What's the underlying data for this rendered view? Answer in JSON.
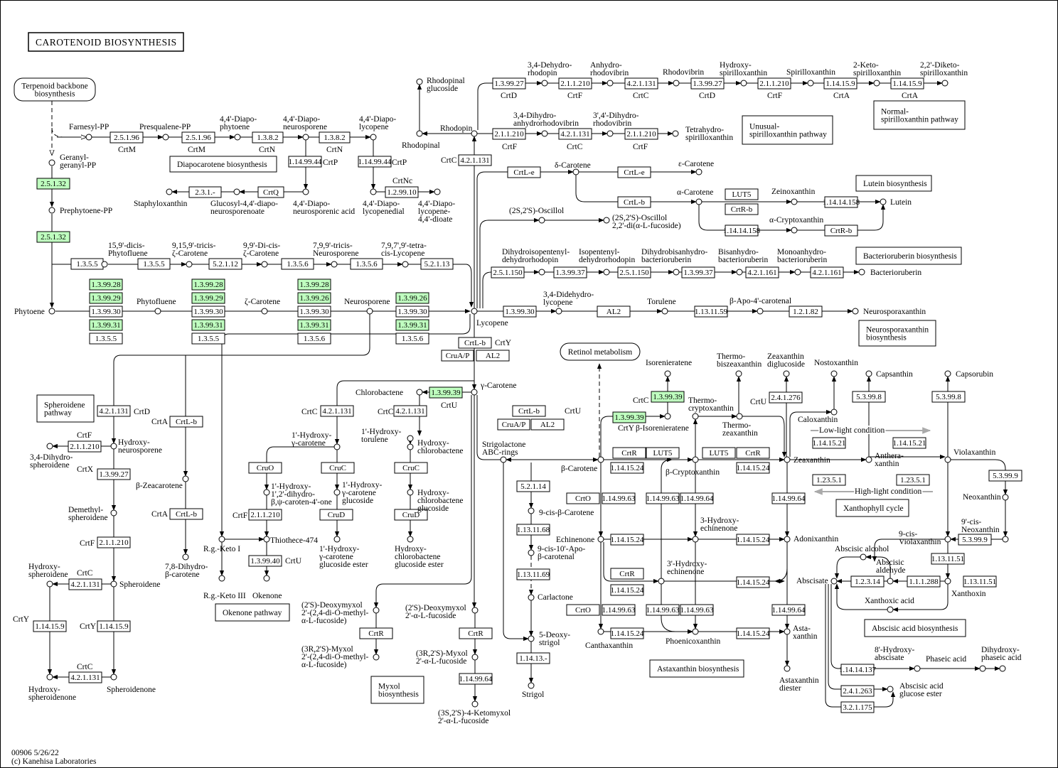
{
  "title": "CAROTENOID BIOSYNTHESIS",
  "footer": {
    "id_date": "00906 5/26/22",
    "copyright": "(c) Kanehisa Laboratories"
  },
  "maps": {
    "terpenoid": [
      "Terpenoid backbone",
      "biosynthesis"
    ],
    "retinol": "Retinol metabolism",
    "diapocarotene": "Diapocarotene biosynthesis",
    "unusual": [
      "Unusual-",
      "spirilloxanthin pathway"
    ],
    "normal": [
      "Normal-",
      "spirilloxanthin pathway"
    ],
    "lutein": "Lutein biosynthesis",
    "bacterioruberin": "Bacterioruberin biosynthesis",
    "neurosporaxanthin": [
      "Neurosporaxanthin",
      "biosynthesis"
    ],
    "spheroidene": [
      "Spheroidene",
      "pathway"
    ],
    "okenone": "Okenone pathway",
    "myxol": [
      "Myxol",
      "biosynthesis"
    ],
    "xanthophyll": "Xanthophyll cycle",
    "abscisic": "Abscisic acid biosynthesis",
    "astaxanthin": "Astaxanthin biosynthesis"
  },
  "compounds": [
    {
      "label": "Farnesyl-PP"
    },
    {
      "label": "Presqualene-PP"
    },
    {
      "label": [
        "4,4'-Diapo-",
        "phytoene"
      ]
    },
    {
      "label": [
        "4,4'-Diapo-",
        "neurosporene"
      ]
    },
    {
      "label": [
        "4,4'-Diapo-",
        "lycopene"
      ]
    },
    {
      "label": [
        "Geranyl-",
        "geranyl-PP"
      ]
    },
    {
      "label": "Prephytoene-PP"
    },
    {
      "label": "Staphyloxanthin"
    },
    {
      "label": [
        "Glucosyl-4,4'-diapo-",
        "neurosporenoate"
      ]
    },
    {
      "label": [
        "4,4'-Diapo-",
        "neurosporenic acid"
      ]
    },
    {
      "label": [
        "4,4'-Diapo-",
        "lycopenedial"
      ]
    },
    {
      "label": [
        "4,4'-Diapo-",
        "lycopene-",
        "4,4'-dioate"
      ]
    },
    {
      "label": [
        "15,9'-dicis-",
        "Phytofluene"
      ]
    },
    {
      "label": [
        "9,15,9'-tricis-",
        "ζ-Carotene"
      ]
    },
    {
      "label": [
        "9,9'-Di-cis-",
        "ζ-Carotene"
      ]
    },
    {
      "label": [
        "7,9,9'-tricis-",
        "Neurosporene"
      ]
    },
    {
      "label": [
        "7,9,7',9'-tetra-",
        "cis-Lycopene"
      ]
    },
    {
      "label": "Phytoene"
    },
    {
      "label": "Phytofluene"
    },
    {
      "label": "ζ-Carotene"
    },
    {
      "label": "Neurosporene"
    },
    {
      "label": "Lycopene"
    },
    {
      "label": [
        "Rhodopinal",
        "glucoside"
      ]
    },
    {
      "label": "Rhodopin"
    },
    {
      "label": "Rhodopinal"
    },
    {
      "label": [
        "3,4-Dehydro-",
        "rhodopin"
      ]
    },
    {
      "label": [
        "Anhydro-",
        "rhodovibrin"
      ]
    },
    {
      "label": "Rhodovibrin"
    },
    {
      "label": [
        "Hydroxy-",
        "spirilloxanthin"
      ]
    },
    {
      "label": "Spirilloxanthin"
    },
    {
      "label": [
        "2-Keto-",
        "spirilloxanthin"
      ]
    },
    {
      "label": [
        "2,2'-Diketo-",
        "spirilloxanthin"
      ]
    },
    {
      "label": [
        "3,4-Dihydro-",
        "anhydrorhodovibrin"
      ]
    },
    {
      "label": [
        "3',4'-Dihydro-",
        "rhodovibrin"
      ]
    },
    {
      "label": [
        "Tetrahydro-",
        "spirilloxanthin"
      ]
    },
    {
      "label": "δ-Carotene"
    },
    {
      "label": "ε-Carotene"
    },
    {
      "label": "α-Carotene"
    },
    {
      "label": "Zeinoxanthin"
    },
    {
      "label": "Lutein"
    },
    {
      "label": "α-Cryptoxanthin"
    },
    {
      "label": "(2S,2'S)-Oscillol"
    },
    {
      "label": [
        "(2S,2'S)-Oscillol",
        "2,2'-di(α-L-fucoside)"
      ]
    },
    {
      "label": [
        "Dihydroisopentenyl-",
        "dehydrorhodopin"
      ]
    },
    {
      "label": [
        "Isopentenyl-",
        "dehydrorhodopin"
      ]
    },
    {
      "label": [
        "Dihydrobisanhydro-",
        "bacterioruberin"
      ]
    },
    {
      "label": [
        "Bisanhydro-",
        "bacterioruberin"
      ]
    },
    {
      "label": [
        "Monoanhydro-",
        "bacterioruberin"
      ]
    },
    {
      "label": "Bacterioruberin"
    },
    {
      "label": [
        "3,4-Didehydro-",
        "lycopene"
      ]
    },
    {
      "label": "Torulene"
    },
    {
      "label": "β-Apo-4'-carotenal"
    },
    {
      "label": "Neurosporaxanthin"
    },
    {
      "label": "γ-Carotene"
    },
    {
      "label": "Chlorobactene"
    },
    {
      "label": [
        "1'-Hydroxy-",
        "γ-carotene"
      ]
    },
    {
      "label": [
        "1'-Hydroxy-",
        "torulene"
      ]
    },
    {
      "label": [
        "Hydroxy-",
        "chlorobactene"
      ]
    },
    {
      "label": [
        "1'-Hydroxy-",
        "1',2'-dihydro-",
        "β,ψ-caroten-4'-one"
      ]
    },
    {
      "label": [
        "1'-Hydroxy-",
        "γ-carotene",
        "glucoside"
      ]
    },
    {
      "label": [
        "Hydroxy-",
        "chlorobactene",
        "glucoside"
      ]
    },
    {
      "label": [
        "1'-Hydroxy-",
        "γ-carotene",
        "glucoside ester"
      ]
    },
    {
      "label": [
        "Hydroxy-",
        "chlorobactene",
        "glucoside ester"
      ]
    },
    {
      "label": "Thiothece-474"
    },
    {
      "label": "R.g.-Keto I"
    },
    {
      "label": "R.g.-Keto III"
    },
    {
      "label": "Okenone"
    },
    {
      "label": [
        "Hydroxy-",
        "neurosporene"
      ]
    },
    {
      "label": [
        "3,4-Dihydro-",
        "spheroidene"
      ]
    },
    {
      "label": [
        "Demethyl-",
        "spheroidene"
      ]
    },
    {
      "label": "β-Zeacarotene"
    },
    {
      "label": [
        "7,8-Dihydro-",
        "β-carotene"
      ]
    },
    {
      "label": [
        "Hydroxy-",
        "spheroidene"
      ]
    },
    {
      "label": "Spheroidene"
    },
    {
      "label": [
        "Hydroxy-",
        "spheroidenone"
      ]
    },
    {
      "label": "Spheroidenone"
    },
    {
      "label": [
        "(2'S)-Deoxymyxol",
        "2'-(2,4-di-O-methyl-",
        "α-L-fucoside)"
      ]
    },
    {
      "label": [
        "(3R,2'S)-Myxol",
        "2'-(2,4-di-O-methyl-",
        "α-L-fucoside)"
      ]
    },
    {
      "label": [
        "(2'S)-Deoxymyxol",
        "2'-α-L-fucoside"
      ]
    },
    {
      "label": [
        "(3R,2'S)-Myxol",
        "2'-α-L-fucoside"
      ]
    },
    {
      "label": [
        "(3S,2'S)-4-Ketomyxol",
        "2'-α-L-fucoside"
      ]
    },
    {
      "label": "Isorenieratene"
    },
    {
      "label": "β-Isorenieratene"
    },
    {
      "label": [
        "Strigolactone",
        "ABC-rings"
      ]
    },
    {
      "label": "β-Carotene"
    },
    {
      "label": "9-cis-β-Carotene"
    },
    {
      "label": [
        "9-cis-10'-Apo-",
        "β-carotenal"
      ]
    },
    {
      "label": "Carlactone"
    },
    {
      "label": [
        "5-Deoxy-",
        "strigol"
      ]
    },
    {
      "label": "Strigol"
    },
    {
      "label": "Echinenone"
    },
    {
      "label": "Canthaxanthin"
    },
    {
      "label": "β-Cryptoxanthin"
    },
    {
      "label": [
        "3-Hydroxy-",
        "echinenone"
      ]
    },
    {
      "label": [
        "3'-Hydroxy-",
        "echinenone"
      ]
    },
    {
      "label": "Phoenicoxanthin"
    },
    {
      "label": [
        "Thermo-",
        "biszeaxanthin"
      ]
    },
    {
      "label": [
        "Zeaxanthin",
        "diglucoside"
      ]
    },
    {
      "label": "Nostoxanthin"
    },
    {
      "label": [
        "Thermo-",
        "cryptoxanthin"
      ]
    },
    {
      "label": [
        "Thermo-",
        "zeaxanthin"
      ]
    },
    {
      "label": "Caloxanthin"
    },
    {
      "label": "Zeaxanthin"
    },
    {
      "label": "Adonixanthin"
    },
    {
      "label": [
        "Asta-",
        "xanthin"
      ]
    },
    {
      "label": [
        "Astaxanthin",
        "diester"
      ]
    },
    {
      "label": "Capsanthin"
    },
    {
      "label": "Capsorubin"
    },
    {
      "label": [
        "Anthera-",
        "xanthin"
      ]
    },
    {
      "label": "Violaxanthin"
    },
    {
      "label": "Neoxanthin"
    },
    {
      "label": [
        "9'-cis-",
        "Neoxanthin"
      ]
    },
    {
      "label": [
        "9-cis-",
        "Violaxanthin"
      ]
    },
    {
      "label": "Abscisic alcohol"
    },
    {
      "label": [
        "Abscisic",
        "aldehyde"
      ]
    },
    {
      "label": "Abscisate"
    },
    {
      "label": "Xanthoxin"
    },
    {
      "label": "Xanthoxic acid"
    },
    {
      "label": [
        "8'-Hydroxy-",
        "abscisate"
      ]
    },
    {
      "label": "Phaseic acid"
    },
    {
      "label": [
        "Dihydroxy-",
        "phaseic acid"
      ]
    },
    {
      "label": [
        "Abscisic acid",
        "glucose ester"
      ]
    }
  ],
  "enzymes": [
    "2.5.1.96",
    "2.5.1.96",
    "1.3.8.2",
    "1.3.8.2",
    "1.14.99.44",
    "1.14.99.44",
    "2.3.1.-",
    "CrtQ",
    "1.2.99.10",
    "2.5.1.32",
    "2.5.1.32",
    "1.3.5.5",
    "1.3.5.5",
    "5.2.1.12",
    "1.3.5.6",
    "1.3.5.6",
    "5.2.1.13",
    "1.3.99.28",
    "1.3.99.29",
    "1.3.99.30",
    "1.3.99.31",
    "1.3.5.5",
    "1.3.99.28",
    "1.3.99.29",
    "1.3.99.30",
    "1.3.99.31",
    "1.3.5.5",
    "1.3.99.28",
    "1.3.99.26",
    "1.3.99.30",
    "1.3.99.31",
    "1.3.5.6",
    "1.3.99.26",
    "1.3.99.30",
    "1.3.99.31",
    "1.3.5.6",
    "1.3.99.27",
    "2.1.1.210",
    "4.2.1.131",
    "1.3.99.27",
    "2.1.1.210",
    "1.14.15.9",
    "1.14.15.9",
    "2.1.1.210",
    "4.2.1.131",
    "2.1.1.210",
    "4.2.1.131",
    "CrtL-e",
    "CrtL-e",
    "CrtL-b",
    "LUT5",
    "CrtR-b",
    "1.14.14.158",
    "1.14.14.158",
    "CrtR-b",
    "2.5.1.150",
    "1.3.99.37",
    "2.5.1.150",
    "1.3.99.37",
    "4.2.1.161",
    "4.2.1.161",
    "1.3.99.30",
    "AL2",
    "1.13.11.59",
    "1.2.1.82",
    "CrtL-b",
    "CruA/P",
    "AL2",
    "1.3.99.39",
    "4.2.1.131",
    "4.2.1.131",
    "CruO",
    "CruC",
    "CruC",
    "CruD",
    "CruD",
    "2.1.1.210",
    "1.3.99.40",
    "4.2.1.131",
    "2.1.1.210",
    "1.3.99.27",
    "2.1.1.210",
    "CrtL-b",
    "CrtL-b",
    "4.2.1.131",
    "1.14.15.9",
    "1.14.15.9",
    "4.2.1.131",
    "CrtR",
    "CrtR",
    "1.14.99.64",
    "CrtL-b",
    "CruA/P",
    "AL2",
    "1.3.99.39",
    "1.3.99.39",
    "CrtR",
    "LUT5",
    "LUT5",
    "CrtR",
    "1.14.15.24",
    "1.14.15.24",
    "5.2.1.14",
    "1.13.11.68",
    "1.13.11.69",
    "1.14.13.-",
    "CrtO",
    "1.14.99.63",
    "1.14.99.63",
    "1.14.99.64",
    "1.14.15.24",
    "CrtR",
    "1.14.15.24",
    "CrtO",
    "1.14.99.63",
    "1.14.15.24",
    "1.14.99.63",
    "1.14.99.64",
    "1.14.15.24",
    "1.14.15.24",
    "1.14.99.64",
    "1.14.99.64",
    "1.14.99.63",
    "1.14.15.24",
    "2.4.1.276",
    "1.14.15.21",
    "1.14.15.21",
    "1.23.5.1",
    "1.23.5.1",
    "5.3.99.8",
    "5.3.99.8",
    "5.3.99.9",
    "5.3.99.9",
    "1.13.11.51",
    "1.13.11.51",
    "1.1.1.288",
    "1.2.3.14",
    "1.14.14.137",
    "2.4.1.263",
    "3.2.1.175"
  ],
  "gene_tags": [
    "CrtM",
    "CrtM",
    "CrtN",
    "CrtN",
    "CrtP",
    "CrtP",
    "CrtNc",
    "CrtD",
    "CrtF",
    "CrtC",
    "CrtD",
    "CrtF",
    "CrtA",
    "CrtA",
    "CrtF",
    "CrtC",
    "CrtF",
    "CrtC",
    "CrtY",
    "CrtU",
    "CrtC",
    "CrtC",
    "CrtF",
    "CrtU",
    "CrtF",
    "CrtD",
    "CrtF",
    "CrtC",
    "CrtY",
    "CrtY",
    "CrtC",
    "CrtA",
    "CrtA",
    "CrtC",
    "CrtY",
    "CrtU",
    "CrtU",
    "CrtX"
  ],
  "conditions": {
    "low": "Low-light condition",
    "high": "High-light condition"
  }
}
